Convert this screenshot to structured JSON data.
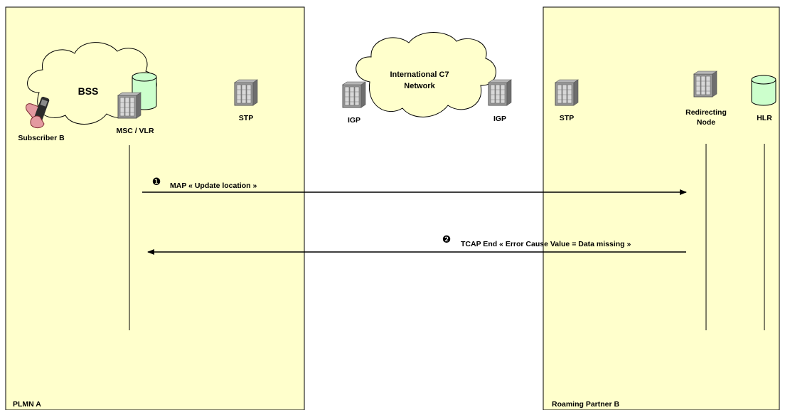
{
  "zones": {
    "left": {
      "label": "PLMN A",
      "fill": "#FFFFCC"
    },
    "right": {
      "label": "Roaming Partner B",
      "fill": "#FFFFCC"
    }
  },
  "clouds": {
    "bss": {
      "label": "BSS"
    },
    "intl": {
      "line1": "International C7",
      "line2": "Network"
    }
  },
  "nodes": {
    "subscriber": {
      "label": "Subscriber B",
      "icon": "mobile-phone-icon"
    },
    "msc_vlr": {
      "label": "MSC / VLR",
      "icon": "server-icon"
    },
    "stp_left": {
      "label": "STP",
      "icon": "server-icon"
    },
    "igp_left": {
      "label": "IGP",
      "icon": "server-icon"
    },
    "igp_right": {
      "label": "IGP",
      "icon": "server-icon"
    },
    "stp_right": {
      "label": "STP",
      "icon": "server-icon"
    },
    "redirecting": {
      "line1": "Redirecting",
      "line2": "Node",
      "icon": "server-icon"
    },
    "hlr": {
      "label": "HLR",
      "icon": "database-icon"
    }
  },
  "messages": [
    {
      "step": "❶",
      "label": "MAP « Update location »",
      "direction": "right"
    },
    {
      "step": "❷",
      "label": "TCAP End «  Error Cause Value = Data missing »",
      "direction": "left"
    }
  ],
  "colors": {
    "zone": "#FFFFCC",
    "cloud": "#FFFFCC",
    "database": "#CCFFCC",
    "server": "#C0C0C0"
  }
}
